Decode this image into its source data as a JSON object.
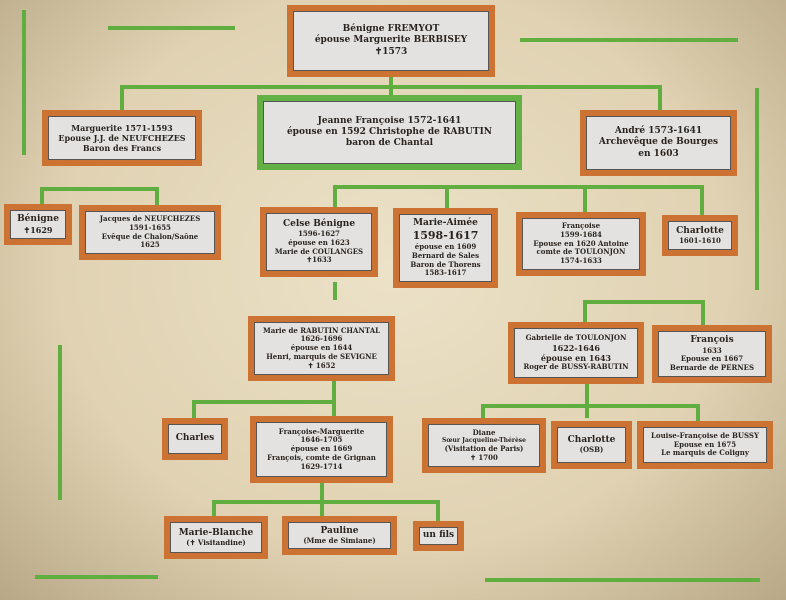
{
  "colors": {
    "box_border": "#cc7232",
    "line": "#5fae3f",
    "box_fill": "#e4e2e0"
  },
  "root": {
    "name": "Bénigne FREMYOT",
    "spouse": "épouse Marguerite BERBISEY",
    "death": "✝1573"
  },
  "gen1": {
    "marguerite": [
      "Marguerite 1571-1593",
      "Epouse J.J. de NEUFCHEZES",
      "Baron des Francs"
    ],
    "jeanne": [
      "Jeanne Françoise 1572-1641",
      "épouse en 1592  Christophe  de RABUTIN",
      "baron de Chantal"
    ],
    "andre": [
      "André 1573-1641",
      "Archevêque de Bourges",
      "en 1603"
    ]
  },
  "gen2": {
    "benigne": [
      "Bénigne",
      "✝1629"
    ],
    "jacques": [
      "Jacques de NEUFCHEZES",
      "1591-1655",
      "Evêque de Chalon/Saône",
      "1625"
    ],
    "celse": [
      "Celse Bénigne",
      "1596-1627",
      "épouse en 1623",
      "Marie de COULANGES",
      "✝1633"
    ],
    "marie_aimee": [
      "Marie-Aimée",
      "1598-1617",
      "épouse en 1609",
      "Bernard de Sales",
      "Baron de Thorens",
      "1583-1617"
    ],
    "francoise": [
      "Françoise",
      "1599-1684",
      "Epouse en 1620 Antoine",
      "comte de TOULONJON",
      "1574-1633"
    ],
    "charlotte": [
      "Charlotte",
      "1601-1610"
    ]
  },
  "gen3": {
    "marie_rc": [
      "Marie de RABUTIN CHANTAL",
      "1626-1696",
      "épouse en 1644",
      "Henri, marquis de SEVIGNE",
      "✝ 1652"
    ],
    "gabrielle": [
      "Gabrielle de TOULONJON",
      "1622-1646",
      "épouse en 1643",
      "Roger de BUSSY-RABUTIN"
    ],
    "francois": [
      "François",
      "1633",
      "Epouse en 1667",
      "Bernarde de PERNES"
    ]
  },
  "gen4": {
    "charles": [
      "Charles"
    ],
    "francoise_marguerite": [
      "Françoise-Marguerite",
      "1646-1705",
      "épouse en 1669",
      "François, comte de Grignan",
      "1629-1714"
    ],
    "diane": [
      "Diane",
      "Sœur Jacqueline-Thérèse",
      "(Visitation de Paris)",
      "✝ 1700"
    ],
    "charlotte_osb": [
      "Charlotte",
      "(OSB)"
    ],
    "louise": [
      "Louise-Françoise de BUSSY",
      "Epouse en 1675",
      "Le marquis de Coligny"
    ]
  },
  "gen5": {
    "marie_blanche": [
      "Marie-Blanche",
      "(✝ Visitandine)"
    ],
    "pauline": [
      "Pauline",
      "(Mme de Simiane)"
    ],
    "un_fils": [
      "un fils"
    ]
  }
}
